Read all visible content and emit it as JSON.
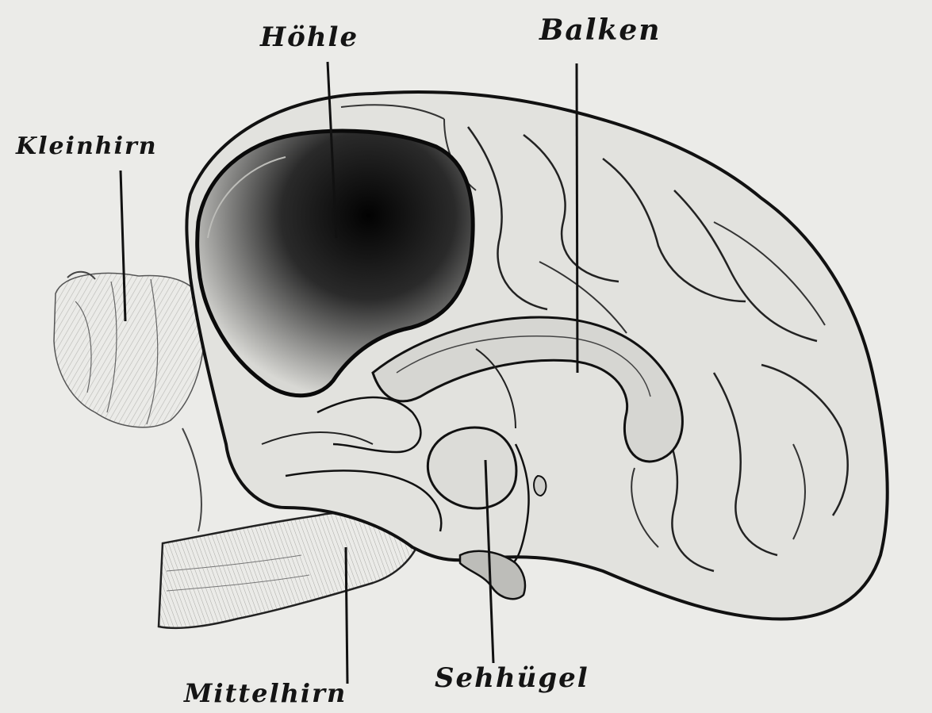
{
  "labels": {
    "hoehle": "Höhle",
    "balken": "Balken",
    "kleinhirn": "Kleinhirn",
    "sehhuegel": "Sehhügel",
    "mittelhirn": "Mittelhirn"
  },
  "colors": {
    "paper": "#ebebe8",
    "ink": "#141414",
    "cavity_dark": "#050505"
  }
}
